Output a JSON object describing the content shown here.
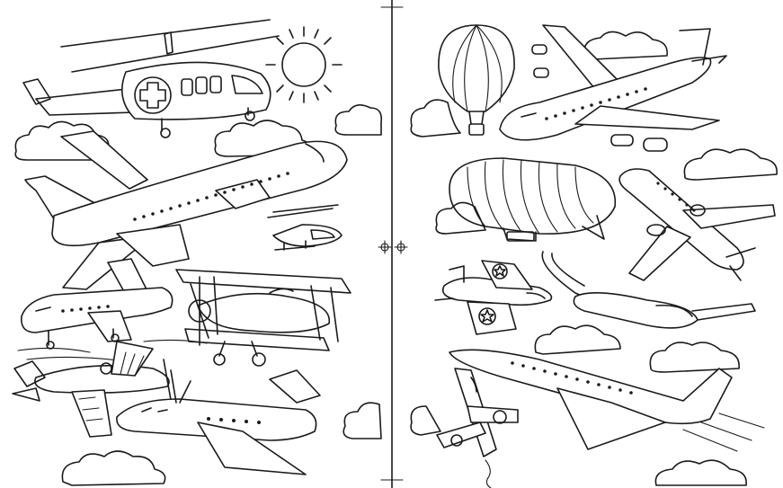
{
  "page": {
    "background": "#ffffff",
    "ink": "#1a1a1a",
    "kind": "coloring-book spread",
    "left_page": {
      "subjects": [
        "helicopter",
        "sun",
        "airliner",
        "small-helicopter",
        "business-jet",
        "biplane",
        "striped-fighter",
        "turboprop",
        "clouds"
      ]
    },
    "right_page": {
      "subjects": [
        "hot-air-balloon",
        "jet-airliner",
        "airship",
        "fighter-jet",
        "glider",
        "diving-jet",
        "supersonic-airliner",
        "stunt-plane",
        "clouds"
      ]
    },
    "icons": [
      "registration-mark-icon",
      "registration-mark-icon"
    ]
  }
}
